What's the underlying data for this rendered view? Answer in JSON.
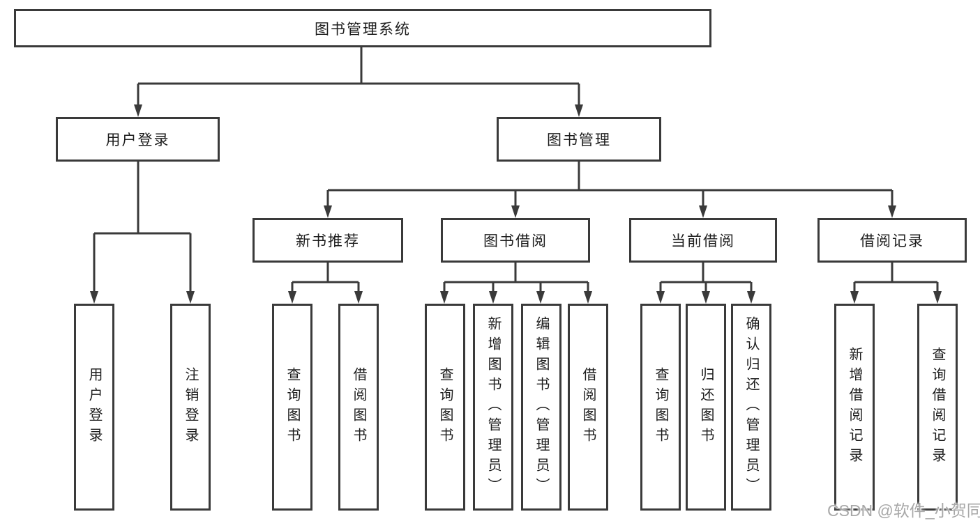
{
  "diagram": {
    "root": {
      "label": "图书管理系统"
    },
    "branches": [
      {
        "id": "user-login",
        "label": "用户登录",
        "children": [
          {
            "label": "用户登录"
          },
          {
            "label": "注销登录"
          }
        ]
      },
      {
        "id": "book-management",
        "label": "图书管理",
        "sections": [
          {
            "id": "new-book-recommend",
            "label": "新书推荐",
            "children": [
              {
                "label": "查询图书"
              },
              {
                "label": "借阅图书"
              }
            ]
          },
          {
            "id": "book-borrow",
            "label": "图书借阅",
            "children": [
              {
                "label": "查询图书"
              },
              {
                "label": "新增图书（管理员）"
              },
              {
                "label": "编辑图书（管理员）"
              },
              {
                "label": "借阅图书"
              }
            ]
          },
          {
            "id": "current-borrow",
            "label": "当前借阅",
            "children": [
              {
                "label": "查询图书"
              },
              {
                "label": "归还图书"
              },
              {
                "label": "确认归还（管理员）"
              }
            ]
          },
          {
            "id": "borrow-records",
            "label": "借阅记录",
            "children": [
              {
                "label": "新增借阅记录"
              },
              {
                "label": "查询借阅记录"
              }
            ]
          }
        ]
      }
    ],
    "watermark": "CSDN @软件_小贺同学",
    "colors": {
      "line": "#3a3a3a",
      "text": "#1d1d1d",
      "watermark": "#a8a8a8",
      "background": "#ffffff"
    }
  }
}
